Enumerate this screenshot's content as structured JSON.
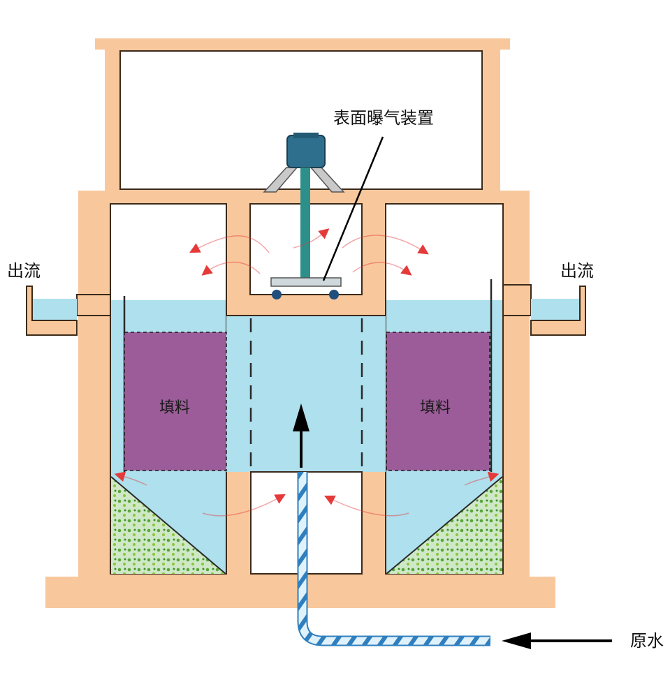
{
  "labels": {
    "aerator": "表面曝气装置",
    "outflow_left": "出流",
    "outflow_right": "出流",
    "packing_left": "填料",
    "packing_right": "填料",
    "raw_water": "原水"
  },
  "colors": {
    "frame": "#f8c89c",
    "frame_stroke": "#3a2a1a",
    "water": "#aee0ee",
    "packing": "#9c5c99",
    "pipe": "#2f7fbf",
    "motor": "#2e6f8e",
    "shaft": "#2d8f8a",
    "flow_arrow": "#e43a3a",
    "sludge_dot": "#5aa63a"
  },
  "icons": {
    "motor": "aerator-motor-icon",
    "inflow_arrow": "arrow-left-icon",
    "upflow_arrow": "arrow-up-icon"
  }
}
